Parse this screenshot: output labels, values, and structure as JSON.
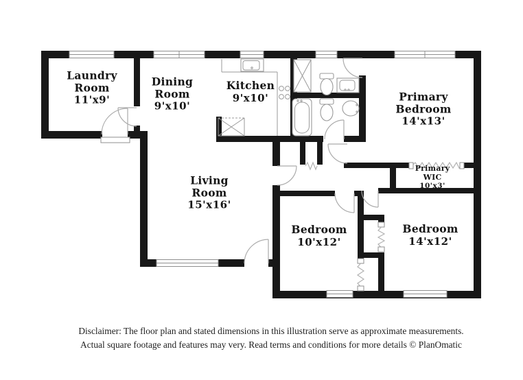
{
  "plan": {
    "wall_color": "#181818",
    "line_color": "#ababab",
    "background": "#ffffff"
  },
  "rooms": {
    "laundry": {
      "name": "Laundry\nRoom",
      "dims": "11'x9'"
    },
    "dining": {
      "name": "Dining\nRoom",
      "dims": "9'x10'"
    },
    "kitchen": {
      "name": "Kitchen",
      "dims": "9'x10'"
    },
    "primary_bedroom": {
      "name": "Primary\nBedroom",
      "dims": "14'x13'"
    },
    "primary_wic": {
      "name": "Primary\nWIC",
      "dims": "10'x3'"
    },
    "living": {
      "name": "Living\nRoom",
      "dims": "15'x16'"
    },
    "bedroom_small": {
      "name": "Bedroom",
      "dims": "10'x12'"
    },
    "bedroom_large": {
      "name": "Bedroom",
      "dims": "14'x12'"
    }
  },
  "disclaimer": {
    "line1": "Disclaimer: The floor plan and stated dimensions in this illustration serve as approximate measurements.",
    "line2": "Actual square footage and features may very. Read terms and conditions for more details © PlanOmatic"
  }
}
